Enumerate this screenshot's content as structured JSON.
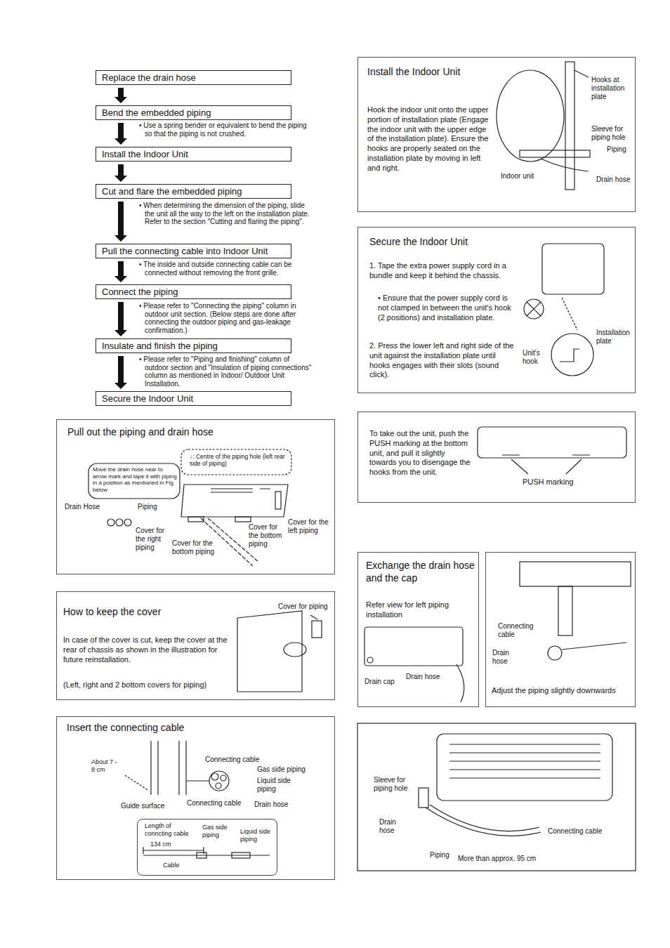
{
  "diagram": {
    "nodes": [
      {
        "text": [
          "Replace the drain hose"
        ]
      },
      {
        "text": [
          "Bend the embedded piping"
        ]
      },
      {
        "text": [
          "Install the Indoor Unit"
        ]
      },
      {
        "text": [
          "Cut and flare the embedded piping"
        ]
      },
      {
        "text": [
          "Pull the connecting cable into Indoor Unit"
        ]
      },
      {
        "text": [
          "Connect the piping"
        ]
      },
      {
        "text": [
          "Insulate and finish the piping"
        ]
      },
      {
        "text": [
          "Secure the Indoor Unit"
        ]
      },
      {
        "text": [
          "Pull out the piping and drain hose"
        ]
      },
      {
        "text": [
          "How to keep the cover",
          "In case of the cover is cut, keep the cover at the rear of chassis as shown in the illustration for future reinstallation.",
          "(Left, right and 2 bottom covers for piping)"
        ]
      },
      {
        "text": [
          "Insert the connecting cable"
        ]
      },
      {
        "text": [
          "Length of conncting cable",
          "134 cm",
          "Cable",
          "Gas side piping",
          "Liquid side piping"
        ],
        "in": 10
      },
      {
        "text": [
          "Install the Indoor Unit",
          "Hook the indoor unit onto the upper portion of installation plate (Engage the indoor unit with the upper edge of the installation plate). Ensure the hooks are properly seated on the installation plate by moving in left and right."
        ]
      },
      {
        "text": [
          "Secure the Indoor Unit",
          "1. Tape the extra power supply cord in a bundle and keep it behind the chassis.",
          "• Ensure that the power supply cord is not clamped in between the unit's hook (2 positions) and installation plate.",
          "2. Press the lower left and right side of the unit against the installation plate until hooks engages with their slots (sound click)."
        ]
      },
      {
        "text": [
          "To take out the unit, push the PUSH marking at the bottom unit, and pull it slightly towards you to disengage the hooks from the unit."
        ]
      },
      {
        "text": [
          "Exchange the drain hose and the cap",
          "Refer view for left piping installation"
        ]
      },
      {
        "text": [
          "Adjust the piping slightly downwards"
        ]
      }
    ],
    "edges": [
      {
        "from": 0,
        "to": 1,
        "arrow": "to"
      },
      {
        "from": 1,
        "to": 2,
        "arrow": "to"
      },
      {
        "from": 2,
        "to": 3,
        "arrow": "to"
      },
      {
        "from": 3,
        "to": 4,
        "arrow": "to"
      },
      {
        "from": 4,
        "to": 5,
        "arrow": "to"
      },
      {
        "from": 5,
        "to": 6,
        "arrow": "to"
      },
      {
        "from": 6,
        "to": 7,
        "arrow": "to"
      }
    ],
    "labels": [
      "• Use a spring bender or equivalent to bend the piping so that the piping is not crushed.",
      "• When determining the dimension of the piping, slide the unit all the way to the left on the installation plate. Refer to the section \"Cutting and flaring the piping\".",
      "• The inside and outside connecting cable can be connected without removing the front grille.",
      "• Please refer to \"Connecting the piping\" column in outdoor unit section. (Below steps are done after connecting the outdoor piping and gas-leakage confirmation.)",
      "• Please refer to \"Piping and finishing\" column of outdoor section and \"Insulation of piping connections\" column as mentioned in Indoor/ Outdoor Unit Installation.",
      "↓: Centre of the piping hole (left rear side of piping)",
      "Move the drain hose near to arrow mark and tape it with piping in a position as mentioned in Fig. below",
      "Drain Hose",
      "Piping",
      "Cover for the right piping",
      "Cover for the bottom piping",
      "Cover for the bottom piping",
      "Cover for the left piping",
      "Cover for piping",
      "About 7 - 8 cm",
      "Connecting cable",
      "Gas side piping",
      "Liquid side piping",
      "Guide surface",
      "Connecting cable",
      "Drain hose",
      "Hooks at installation plate",
      "Sleeve for piping hole",
      "Piping",
      "Indoor unit",
      "Drain hose",
      "Installation plate",
      "Unit's hook",
      "PUSH marking",
      "Drain cap",
      "Drain hose",
      "Connecting cable",
      "Drain hose",
      "Sleeve for piping hole",
      "Drain hose",
      "Piping",
      "More than approx. 95 cm",
      "Connecting cable"
    ]
  }
}
